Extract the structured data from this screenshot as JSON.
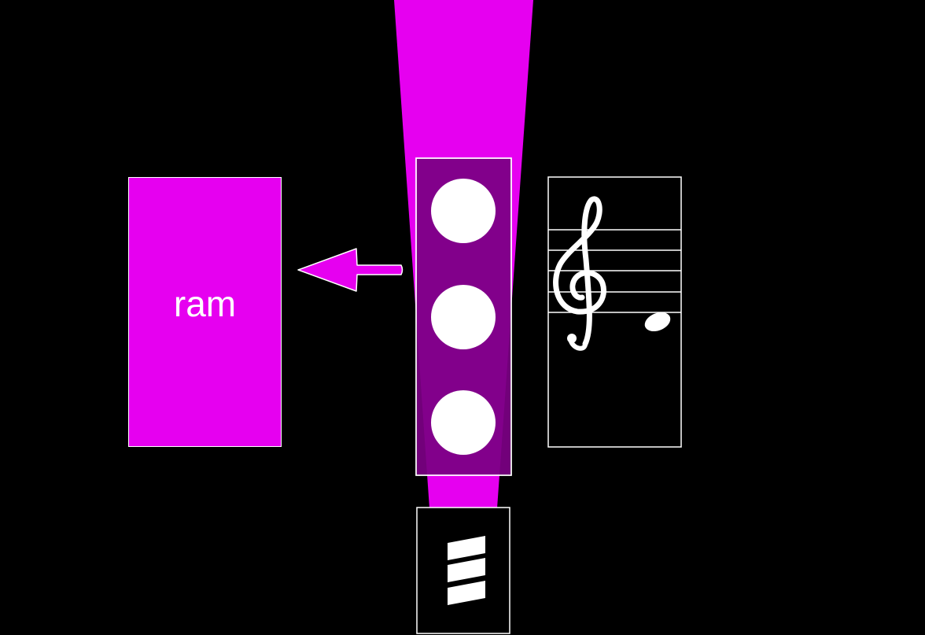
{
  "word_card": {
    "label": "ram",
    "fill_color": "#e600f0"
  },
  "colors": {
    "background": "#000000",
    "accent": "#e600f0",
    "column_fill": "#82008a",
    "outline": "#ffffff"
  },
  "dot_column": {
    "dot_count": 3
  },
  "staff_card": {
    "clef": "treble-clef",
    "note": "whole-note-below-staff"
  },
  "icons": {
    "arrow": "arrow-left-icon",
    "stripes": "three-stripes-icon"
  }
}
